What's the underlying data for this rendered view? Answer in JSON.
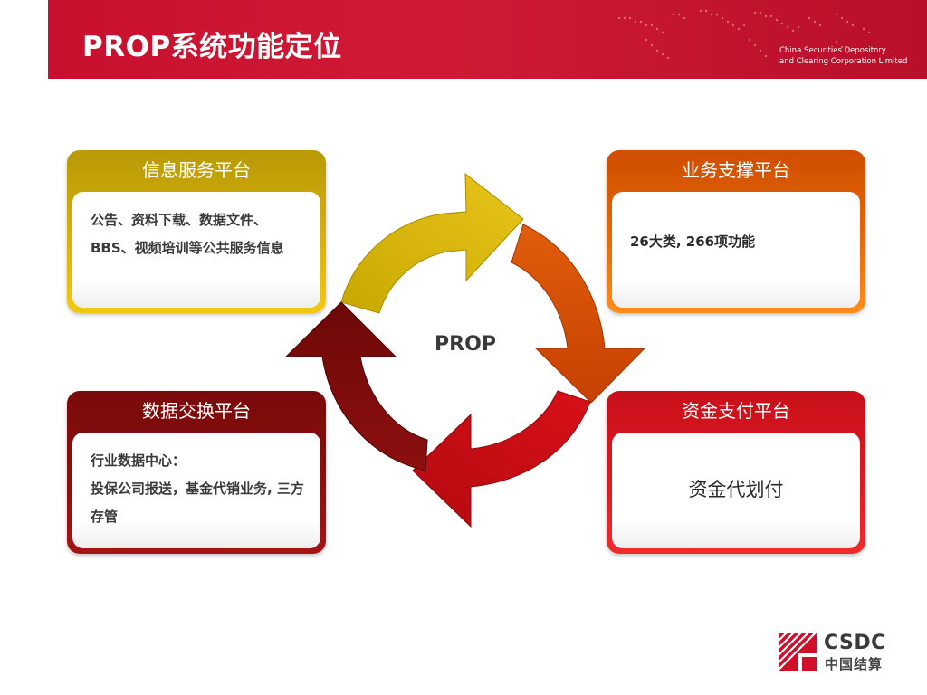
{
  "header": {
    "title": "PROP系统功能定位",
    "org_name": "China Securities Depository\nand Clearing Corporation Limited",
    "color": "#c8102e"
  },
  "center": {
    "label": "PROP"
  },
  "cards": {
    "info": {
      "title": "信息服务平台",
      "text": "公告、资料下载、数据文件、 BBS、视频培训等公共服务信息",
      "color": "#d8b10e"
    },
    "business": {
      "title": "业务支撑平台",
      "text": "26大类, 266项功能",
      "color": "#e56a0a"
    },
    "exchange": {
      "title": "数据交换平台",
      "text": "行业数据中心：\n投保公司报送，基金代销业务, 三方存管",
      "color": "#8c0e0e"
    },
    "payment": {
      "title": "资金支付平台",
      "text": "资金代划付",
      "color": "#de1a22"
    }
  },
  "logo": {
    "text": "CSDC",
    "subtitle": "中国结算"
  }
}
